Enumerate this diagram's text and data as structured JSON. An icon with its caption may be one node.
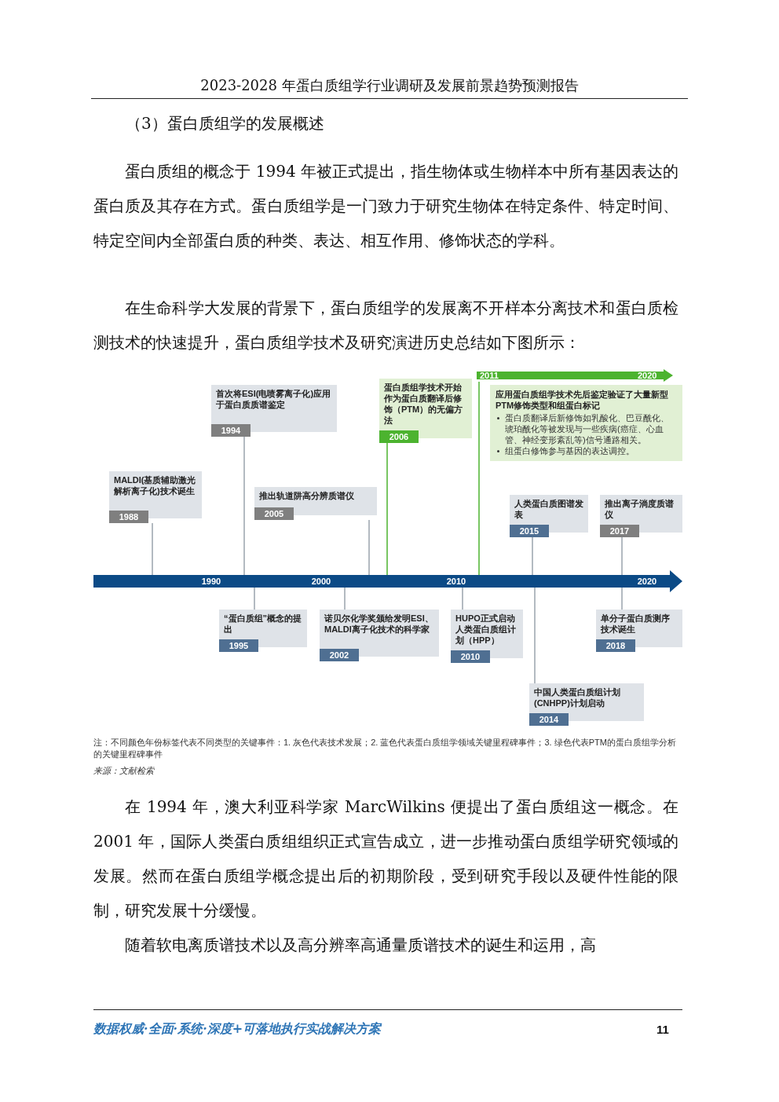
{
  "diagram": {
    "title": "2023-2028 年蛋白质组学行业调研及发展前景趋势预测报告",
    "nodes": [
      {
        "text": [
          "MALDI(基质辅助激光解析离子化)技术诞生",
          "1988"
        ]
      },
      {
        "text": [
          "首次将ESI(电喷雾离子化)应用于蛋白质质谱鉴定",
          "1994"
        ]
      },
      {
        "text": [
          "推出轨道阱高分辨质谱仪",
          "2005"
        ]
      },
      {
        "text": [
          "蛋白质组学技术开始作为蛋白质翻译后修饰（PTM）的无偏方法",
          "2006"
        ]
      },
      {
        "text": [
          "应用蛋白质组学技术先后鉴定验证了大量新型PTM修饰类型和组蛋白标记",
          "蛋白质翻译后新修饰如乳酸化、巴豆酰化、琥珀酰化等被发现与一些疾病(癌症、心血管、神经变形紊乱等)信号通路相关。",
          "组蛋白修饰参与基因的表达调控。"
        ]
      },
      {
        "text": [
          "人类蛋白质图谱发表",
          "2015"
        ]
      },
      {
        "text": [
          "推出离子淌度质谱仪",
          "2017"
        ]
      },
      {
        "text": [
          "“蛋白质组”概念的提出",
          "1995"
        ]
      },
      {
        "text": [
          "诺贝尔化学奖颁给发明ESI、MALDI离子化技术的科学家",
          "2002"
        ]
      },
      {
        "text": [
          "HUPO正式启动人类蛋白质组计划（HPP）",
          "2010"
        ]
      },
      {
        "text": [
          "中国人类蛋白质组计划(CNHPP)计划启动",
          "2014"
        ]
      },
      {
        "text": [
          "单分子蛋白质测序技术诞生",
          "2018"
        ]
      },
      {
        "text": [
          "2011",
          "2020"
        ]
      },
      {
        "text": [
          "1990",
          "2000",
          "2010",
          "2020"
        ]
      }
    ],
    "edges": [
      {
        "from": 0,
        "to": 13,
        "arrow": "none"
      },
      {
        "from": 1,
        "to": 13,
        "arrow": "none"
      },
      {
        "from": 2,
        "to": 13,
        "arrow": "none"
      },
      {
        "from": 3,
        "to": 13,
        "arrow": "none",
        "color": "#4cb32f"
      },
      {
        "from": 12,
        "to": 13,
        "arrow": "none",
        "color": "#4cb32f"
      },
      {
        "from": 5,
        "to": 13,
        "arrow": "none"
      },
      {
        "from": 6,
        "to": 13,
        "arrow": "none"
      },
      {
        "from": 7,
        "to": 13,
        "arrow": "none"
      },
      {
        "from": 8,
        "to": 13,
        "arrow": "none"
      },
      {
        "from": 9,
        "to": 13,
        "arrow": "none"
      },
      {
        "from": 10,
        "to": 13,
        "arrow": "none"
      },
      {
        "from": 11,
        "to": 13,
        "arrow": "none"
      }
    ],
    "labels": [
      "（3）蛋白质组学的发展概述",
      "蛋白质组的概念于 1994 年被正式提出，指生物体或生物样本中所有基因表达的蛋白质及其存在方式。蛋白质组学是一门致力于研究生物体在特定条件、特定时间、特定空间内全部蛋白质的种类、表达、相互作用、修饰状态的学科。",
      "在生命科学大发展的背景下，蛋白质组学的发展离不开样本分离技术和蛋白质检测技术的快速提升，蛋白质组学技术及研究演进历史总结如下图所示：",
      "注：不同颜色年份标签代表不同类型的关键事件：1. 灰色代表技术发展；2. 蓝色代表蛋白质组学领域关键里程碑事件；3. 绿色代表PTM的蛋白质组学分析的关键里程碑事件",
      "来源：文献检索",
      "在 1994 年，澳大利亚科学家 MarcWilkins 便提出了蛋白质组这一概念。在 2001 年，国际人类蛋白质组组织正式宣告成立，进一步推动蛋白质组学研究领域的发展。然而在蛋白质组学概念提出后的初期阶段，受到研究手段以及硬件性能的限制，研究发展十分缓慢。",
      "随着软电离质谱技术以及高分辨率高通量质谱技术的诞生和运用，高",
      "数据权威·全面·系统·深度+可落地执行实战解决方案",
      "11"
    ]
  }
}
